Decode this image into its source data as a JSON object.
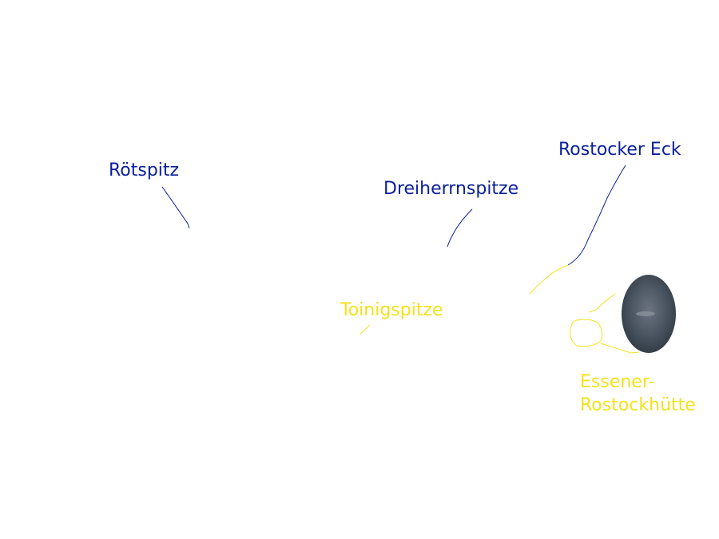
{
  "labels": {
    "roetspitz": "Rötspitz",
    "dreiherrnspitze": "Dreiherrnspitze",
    "rostocker_eck": "Rostocker Eck",
    "toinigspitze": "Toinigspitze",
    "essener_line1": "Essener-",
    "essener_line2": "Rostockhütte"
  },
  "colors": {
    "summit_label": "#0a1f9c",
    "hut_label": "#f5e21a",
    "hut_photo": "#4a5561"
  }
}
